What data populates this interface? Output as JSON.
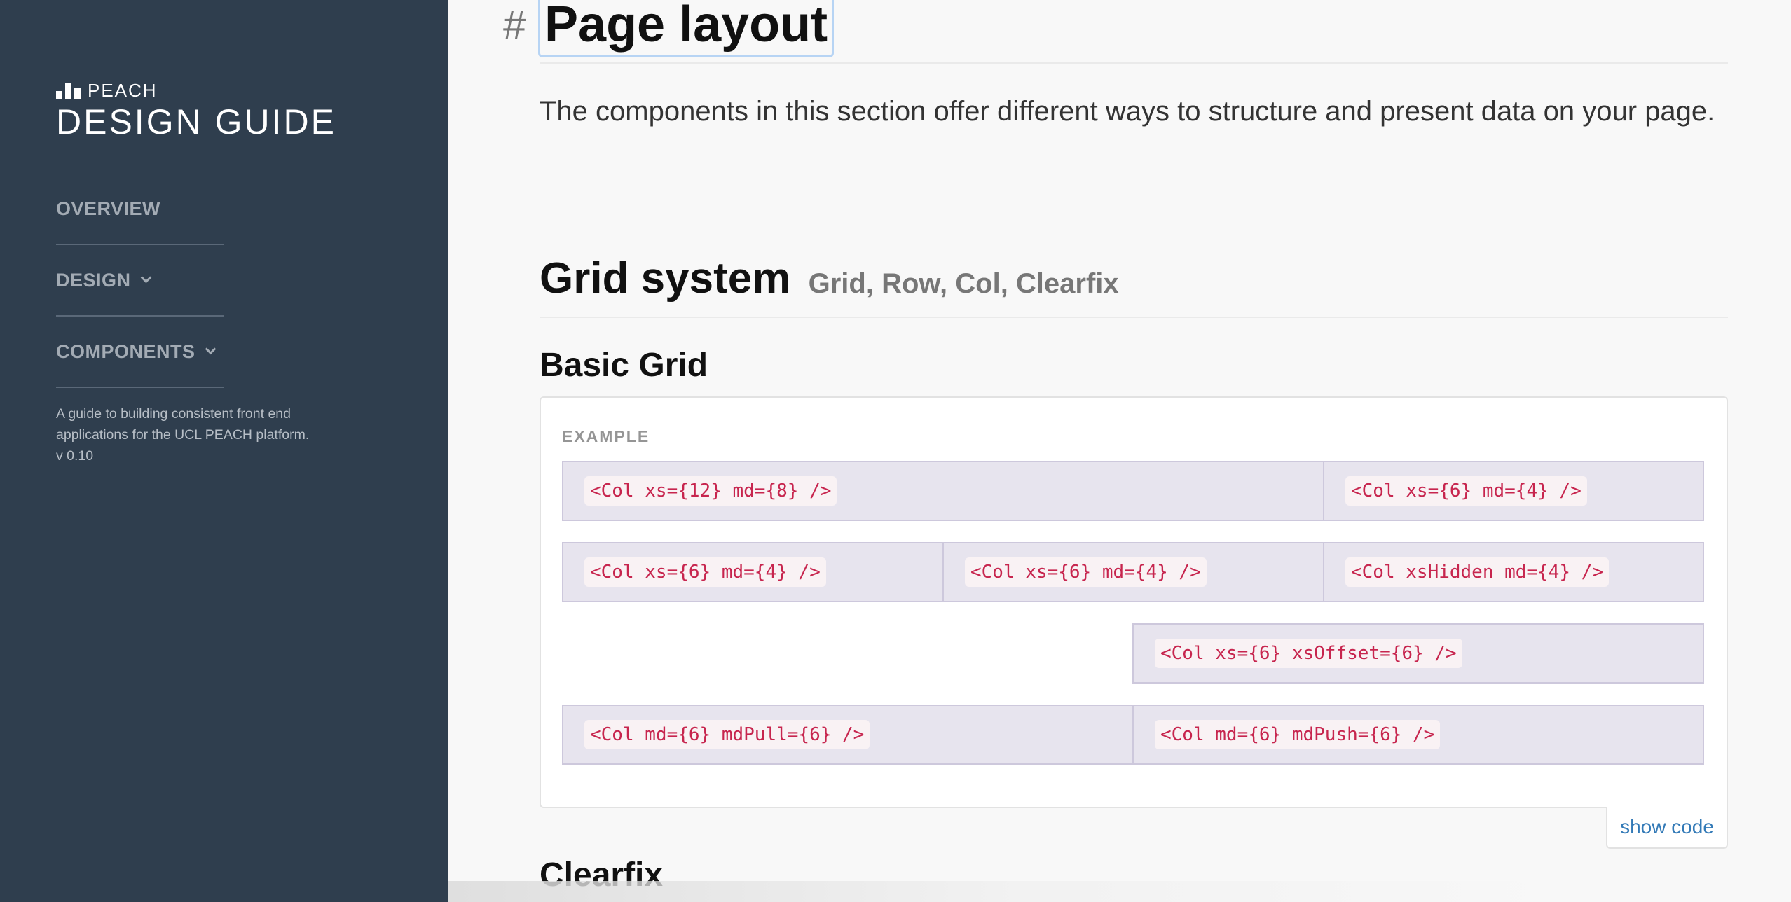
{
  "sidebar": {
    "brand": "PEACH",
    "title": "DESIGN GUIDE",
    "nav": [
      {
        "label": "OVERVIEW"
      },
      {
        "label": "DESIGN"
      },
      {
        "label": "COMPONENTS"
      }
    ],
    "description_line1": "A guide to building consistent front end",
    "description_line2": "applications for the UCL PEACH platform.",
    "version": "v 0.10"
  },
  "main": {
    "hash": "#",
    "page_title": "Page layout",
    "lead": "The components in this section offer different ways to structure and present data on your page.",
    "grid_heading": "Grid system",
    "grid_subheading": "Grid, Row, Col, Clearfix",
    "basic_grid_heading": "Basic Grid",
    "example_label": "EXAMPLE",
    "cells": [
      "<Col xs={12} md={8} />",
      "<Col xs={6} md={4} />",
      "<Col xs={6} md={4} />",
      "<Col xs={6} md={4} />",
      "<Col xsHidden md={4} />",
      "<Col xs={6} xsOffset={6} />",
      "<Col md={6} mdPull={6} />",
      "<Col md={6} mdPush={6} />"
    ],
    "show_code": "show code",
    "clearfix_heading": "Clearfix"
  },
  "colors": {
    "sidebar_bg": "#2f3e4e",
    "code_text": "#c7254e",
    "cell_bg": "#e7e4ee",
    "link": "#337ab7"
  }
}
